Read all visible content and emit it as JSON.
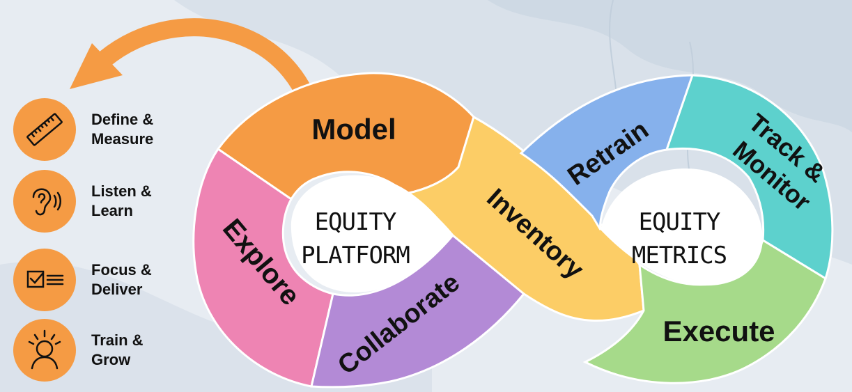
{
  "colors": {
    "model": "#f59b44",
    "explore": "#ee84b3",
    "collaborate": "#b38ad6",
    "inventory": "#fccd66",
    "retrain": "#86b1ec",
    "track": "#5dd1cd",
    "execute": "#a6da8a",
    "step_badge": "#f59b44"
  },
  "steps": [
    {
      "line1": "Define &",
      "line2": "Measure",
      "icon": "ruler-icon"
    },
    {
      "line1": "Listen &",
      "line2": "Learn",
      "icon": "ear-icon"
    },
    {
      "line1": "Focus &",
      "line2": "Deliver",
      "icon": "checklist-icon"
    },
    {
      "line1": "Train &",
      "line2": "Grow",
      "icon": "lightbulb-head-icon"
    }
  ],
  "segments": {
    "model": "Model",
    "explore": "Explore",
    "collaborate": "Collaborate",
    "inventory": "Inventory",
    "retrain": "Retrain",
    "track_line1": "Track &",
    "track_line2": "Monitor",
    "execute": "Execute"
  },
  "centers": {
    "left_line1": "EQUITY",
    "left_line2": "PLATFORM",
    "right_line1": "EQUITY",
    "right_line2": "METRICS"
  }
}
